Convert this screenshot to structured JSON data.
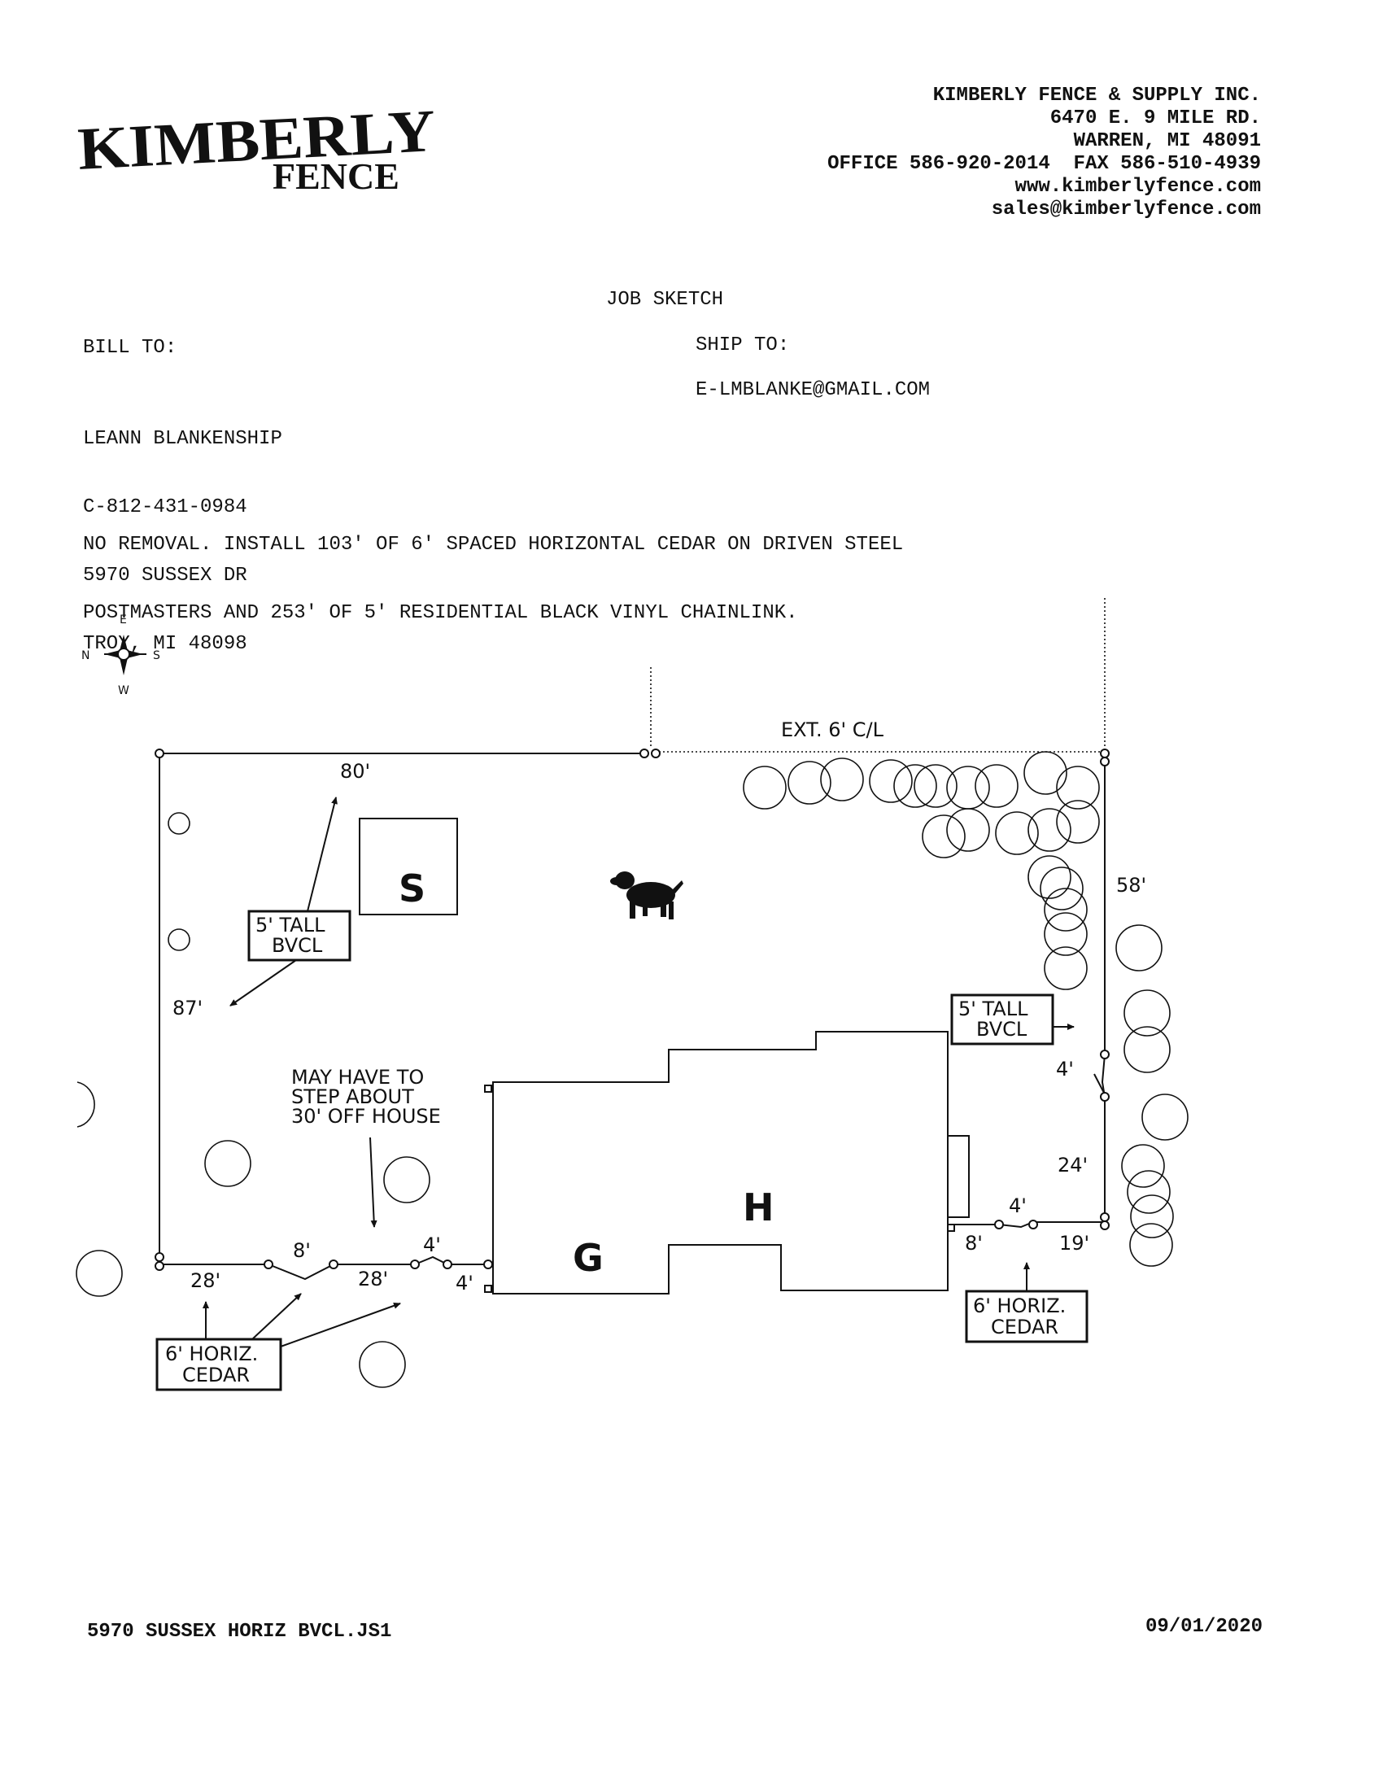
{
  "logo": {
    "line1": "KIMBERLY",
    "line2": "FENCE"
  },
  "company": {
    "name": "KIMBERLY FENCE & SUPPLY INC.",
    "street": "6470 E. 9 MILE RD.",
    "city": "WARREN, MI 48091",
    "phones": "OFFICE 586-920-2014  FAX 586-510-4939",
    "web": "www.kimberlyfence.com",
    "email": "sales@kimberlyfence.com"
  },
  "doc_title": "JOB SKETCH",
  "bill_to": {
    "label": "BILL TO:",
    "name": "LEANN BLANKENSHIP",
    "phone": "C-812-431-0984",
    "street": "5970 SUSSEX DR",
    "city": "TROY, MI 48098"
  },
  "ship_to": {
    "label": "SHIP TO:",
    "email": "E-LMBLANKE@GMAIL.COM"
  },
  "description": {
    "line1": "NO REMOVAL. INSTALL 103' OF 6' SPACED HORIZONTAL CEDAR ON DRIVEN STEEL",
    "line2": "POSTMASTERS AND 253' OF 5' RESIDENTIAL BLACK VINYL CHAINLINK."
  },
  "compass": {
    "n": "N",
    "e": "E",
    "s": "S",
    "w": "W"
  },
  "sketch": {
    "ext_label": "EXT. 6' C/L",
    "shed": "S",
    "house": "H",
    "garage": "G",
    "dim_80": "80'",
    "dim_87": "87'",
    "dim_58": "58'",
    "dim_4_gate_right": "4'",
    "dim_24": "24'",
    "dim_4_gate_bottom_right": "4'",
    "dim_8_right": "8'",
    "dim_19": "19'",
    "dim_28_left": "28'",
    "dim_8_left": "8'",
    "dim_28_mid": "28'",
    "dim_4_top_left_gate": "4'",
    "dim_4_house": "4'",
    "box_bvcl_left": [
      "5' TALL",
      "BVCL"
    ],
    "box_bvcl_right": [
      "5' TALL",
      "BVCL"
    ],
    "box_cedar_left": [
      "6' HORIZ.",
      "CEDAR"
    ],
    "box_cedar_right": [
      "6' HORIZ.",
      "CEDAR"
    ],
    "note": [
      "MAY HAVE TO",
      "STEP ABOUT",
      "30' OFF HOUSE"
    ]
  },
  "footer": {
    "filename": "5970 SUSSEX HORIZ BVCL.JS1",
    "date": "09/01/2020"
  }
}
